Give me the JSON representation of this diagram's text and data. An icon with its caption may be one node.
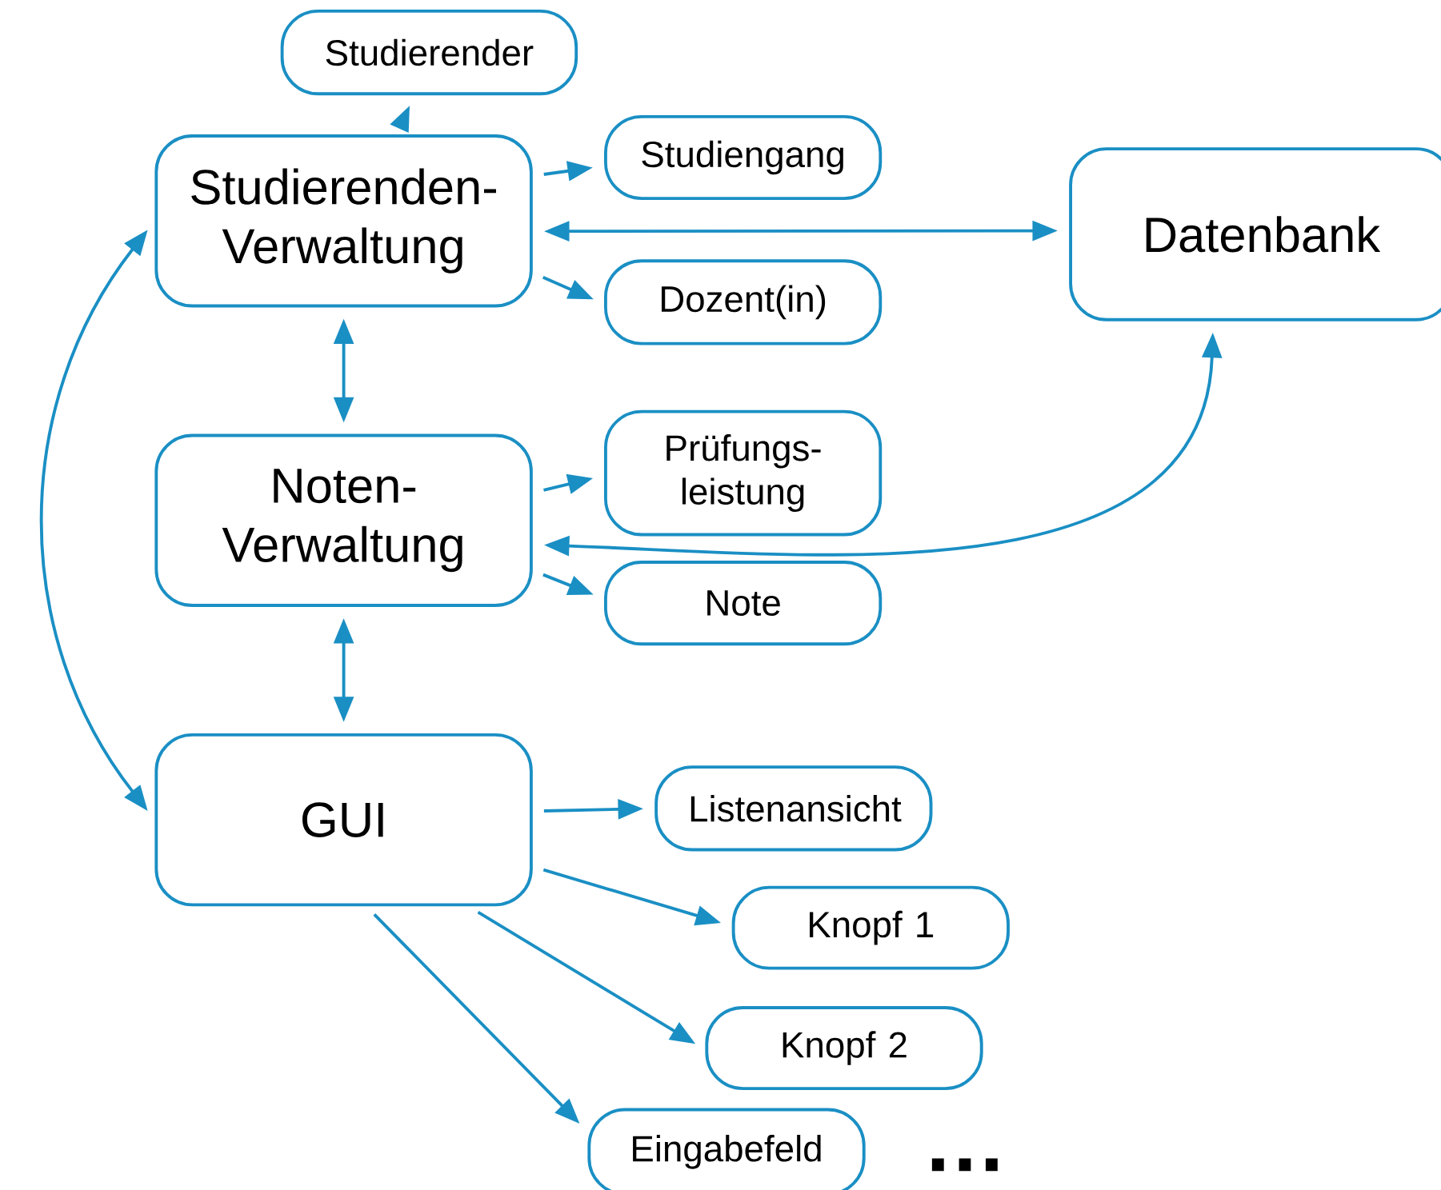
{
  "diagram": {
    "nodes": [
      {
        "text": [
          "Studierender"
        ]
      },
      {
        "text": [
          "Studierenden- Verwaltung"
        ]
      },
      {
        "text": [
          "Studiengang"
        ]
      },
      {
        "text": [
          "Datenbank"
        ]
      },
      {
        "text": [
          "Dozent(in)"
        ]
      },
      {
        "text": [
          "Noten- Verwaltung"
        ]
      },
      {
        "text": [
          "Prüfungs- leistung"
        ]
      },
      {
        "text": [
          "Note"
        ]
      },
      {
        "text": [
          "GUI"
        ]
      },
      {
        "text": [
          "Listenansicht"
        ]
      },
      {
        "text": [
          "Knopf 1"
        ]
      },
      {
        "text": [
          "Knopf 2"
        ]
      },
      {
        "text": [
          "Eingabefeld"
        ]
      }
    ],
    "edges": [
      {
        "from": 1,
        "to": 0,
        "arrow": "to"
      },
      {
        "from": 1,
        "to": 2,
        "arrow": "to"
      },
      {
        "from": 1,
        "to": 3,
        "arrow": "both"
      },
      {
        "from": 1,
        "to": 4,
        "arrow": "to"
      },
      {
        "from": 1,
        "to": 5,
        "arrow": "both"
      },
      {
        "from": 5,
        "to": 6,
        "arrow": "to"
      },
      {
        "from": 3,
        "to": 5,
        "arrow": "both"
      },
      {
        "from": 5,
        "to": 7,
        "arrow": "to"
      },
      {
        "from": 5,
        "to": 8,
        "arrow": "both"
      },
      {
        "from": 1,
        "to": 8,
        "arrow": "both"
      },
      {
        "from": 8,
        "to": 9,
        "arrow": "to"
      },
      {
        "from": 8,
        "to": 10,
        "arrow": "to"
      },
      {
        "from": 8,
        "to": 11,
        "arrow": "to"
      },
      {
        "from": 8,
        "to": 12,
        "arrow": "to"
      }
    ],
    "labels": [
      "…"
    ]
  }
}
